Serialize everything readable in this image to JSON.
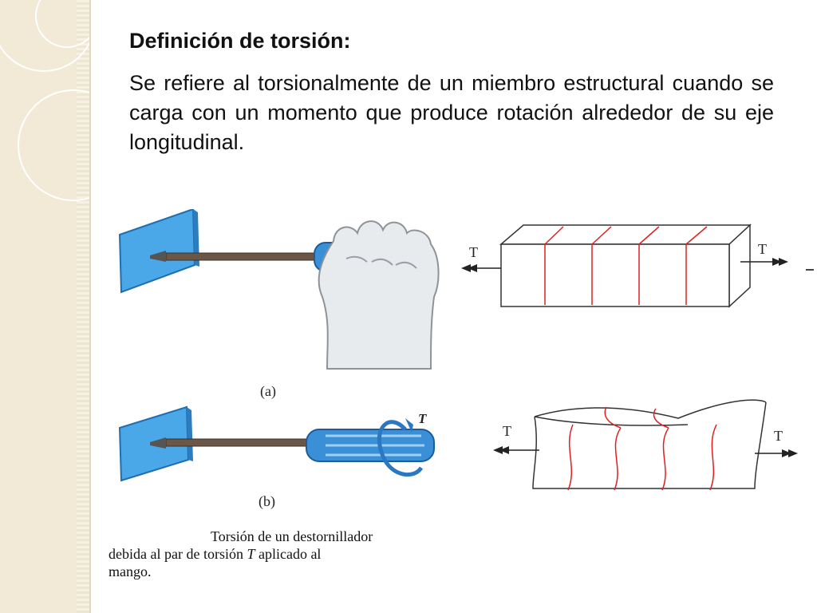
{
  "slide": {
    "title": "Definición de torsión:",
    "body": "Se refiere al torsionalmente de un miembro estructural cuando se carga con un momento que produce rotación alrededor de su eje longitudinal."
  },
  "figure": {
    "label_a": "(a)",
    "label_b": "(b)",
    "torque_symbol": "T",
    "caption_line1": "Torsión de un destornillador",
    "caption_line2": "debida al par de torsión",
    "caption_symbol": "T",
    "caption_line2_end": "aplicado al",
    "caption_line3": "mango."
  },
  "bar_diagram": {
    "left_label": "T",
    "right_label": "T"
  },
  "twisted_diagram": {
    "left_label": "T",
    "right_label": "T"
  },
  "colors": {
    "sidebar": "#f2ead6",
    "line_marks": "#e02020",
    "screwdriver_blue": "#3a8fd6"
  }
}
